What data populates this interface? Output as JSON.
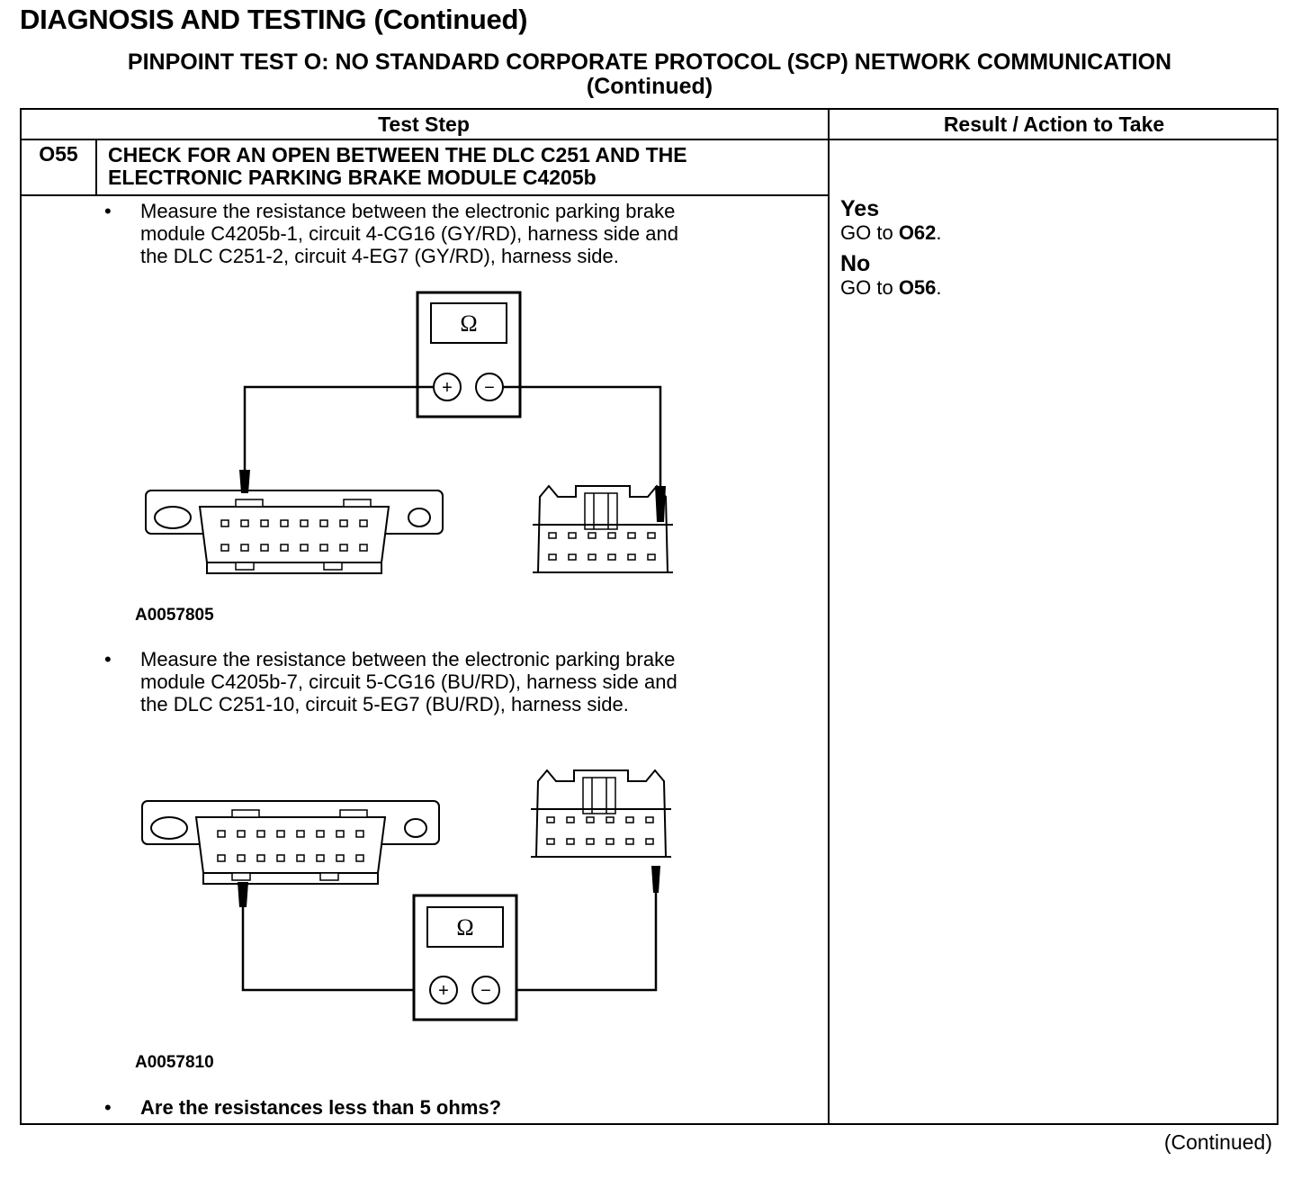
{
  "page": {
    "title": "DIAGNOSIS AND TESTING (Continued)",
    "subtitle_line1": "PINPOINT TEST O: NO STANDARD CORPORATE PROTOCOL (SCP) NETWORK COMMUNICATION",
    "subtitle_line2": "(Continued)",
    "footer": "(Continued)"
  },
  "table": {
    "col_step": "Test Step",
    "col_result": "Result / Action to Take"
  },
  "step": {
    "number": "O55",
    "title_line1": "CHECK FOR AN OPEN BETWEEN THE DLC C251 AND THE",
    "title_line2": "ELECTRONIC PARKING BRAKE MODULE C4205b",
    "bullet_symbol": "•",
    "bullet1": [
      "Measure the resistance between the electronic parking brake",
      "module C4205b-1, circuit 4-CG16 (GY/RD), harness side and",
      "the DLC C251-2, circuit 4-EG7 (GY/RD), harness side."
    ],
    "figure1_id": "A0057805",
    "bullet2": [
      "Measure the resistance between the electronic parking brake",
      "module C4205b-7, circuit 5-CG16 (BU/RD), harness side and",
      "the DLC C251-10, circuit 5-EG7 (BU/RD), harness side."
    ],
    "figure2_id": "A0057810",
    "question": "Are the resistances less than 5 ohms?",
    "meter_symbol": "Ω",
    "plus_symbol": "+",
    "minus_symbol": "−"
  },
  "result": {
    "yes_label": "Yes",
    "yes_action": "GO to",
    "yes_target": "O62",
    "no_label": "No",
    "no_action": "GO to",
    "no_target": "O56",
    "period": "."
  }
}
